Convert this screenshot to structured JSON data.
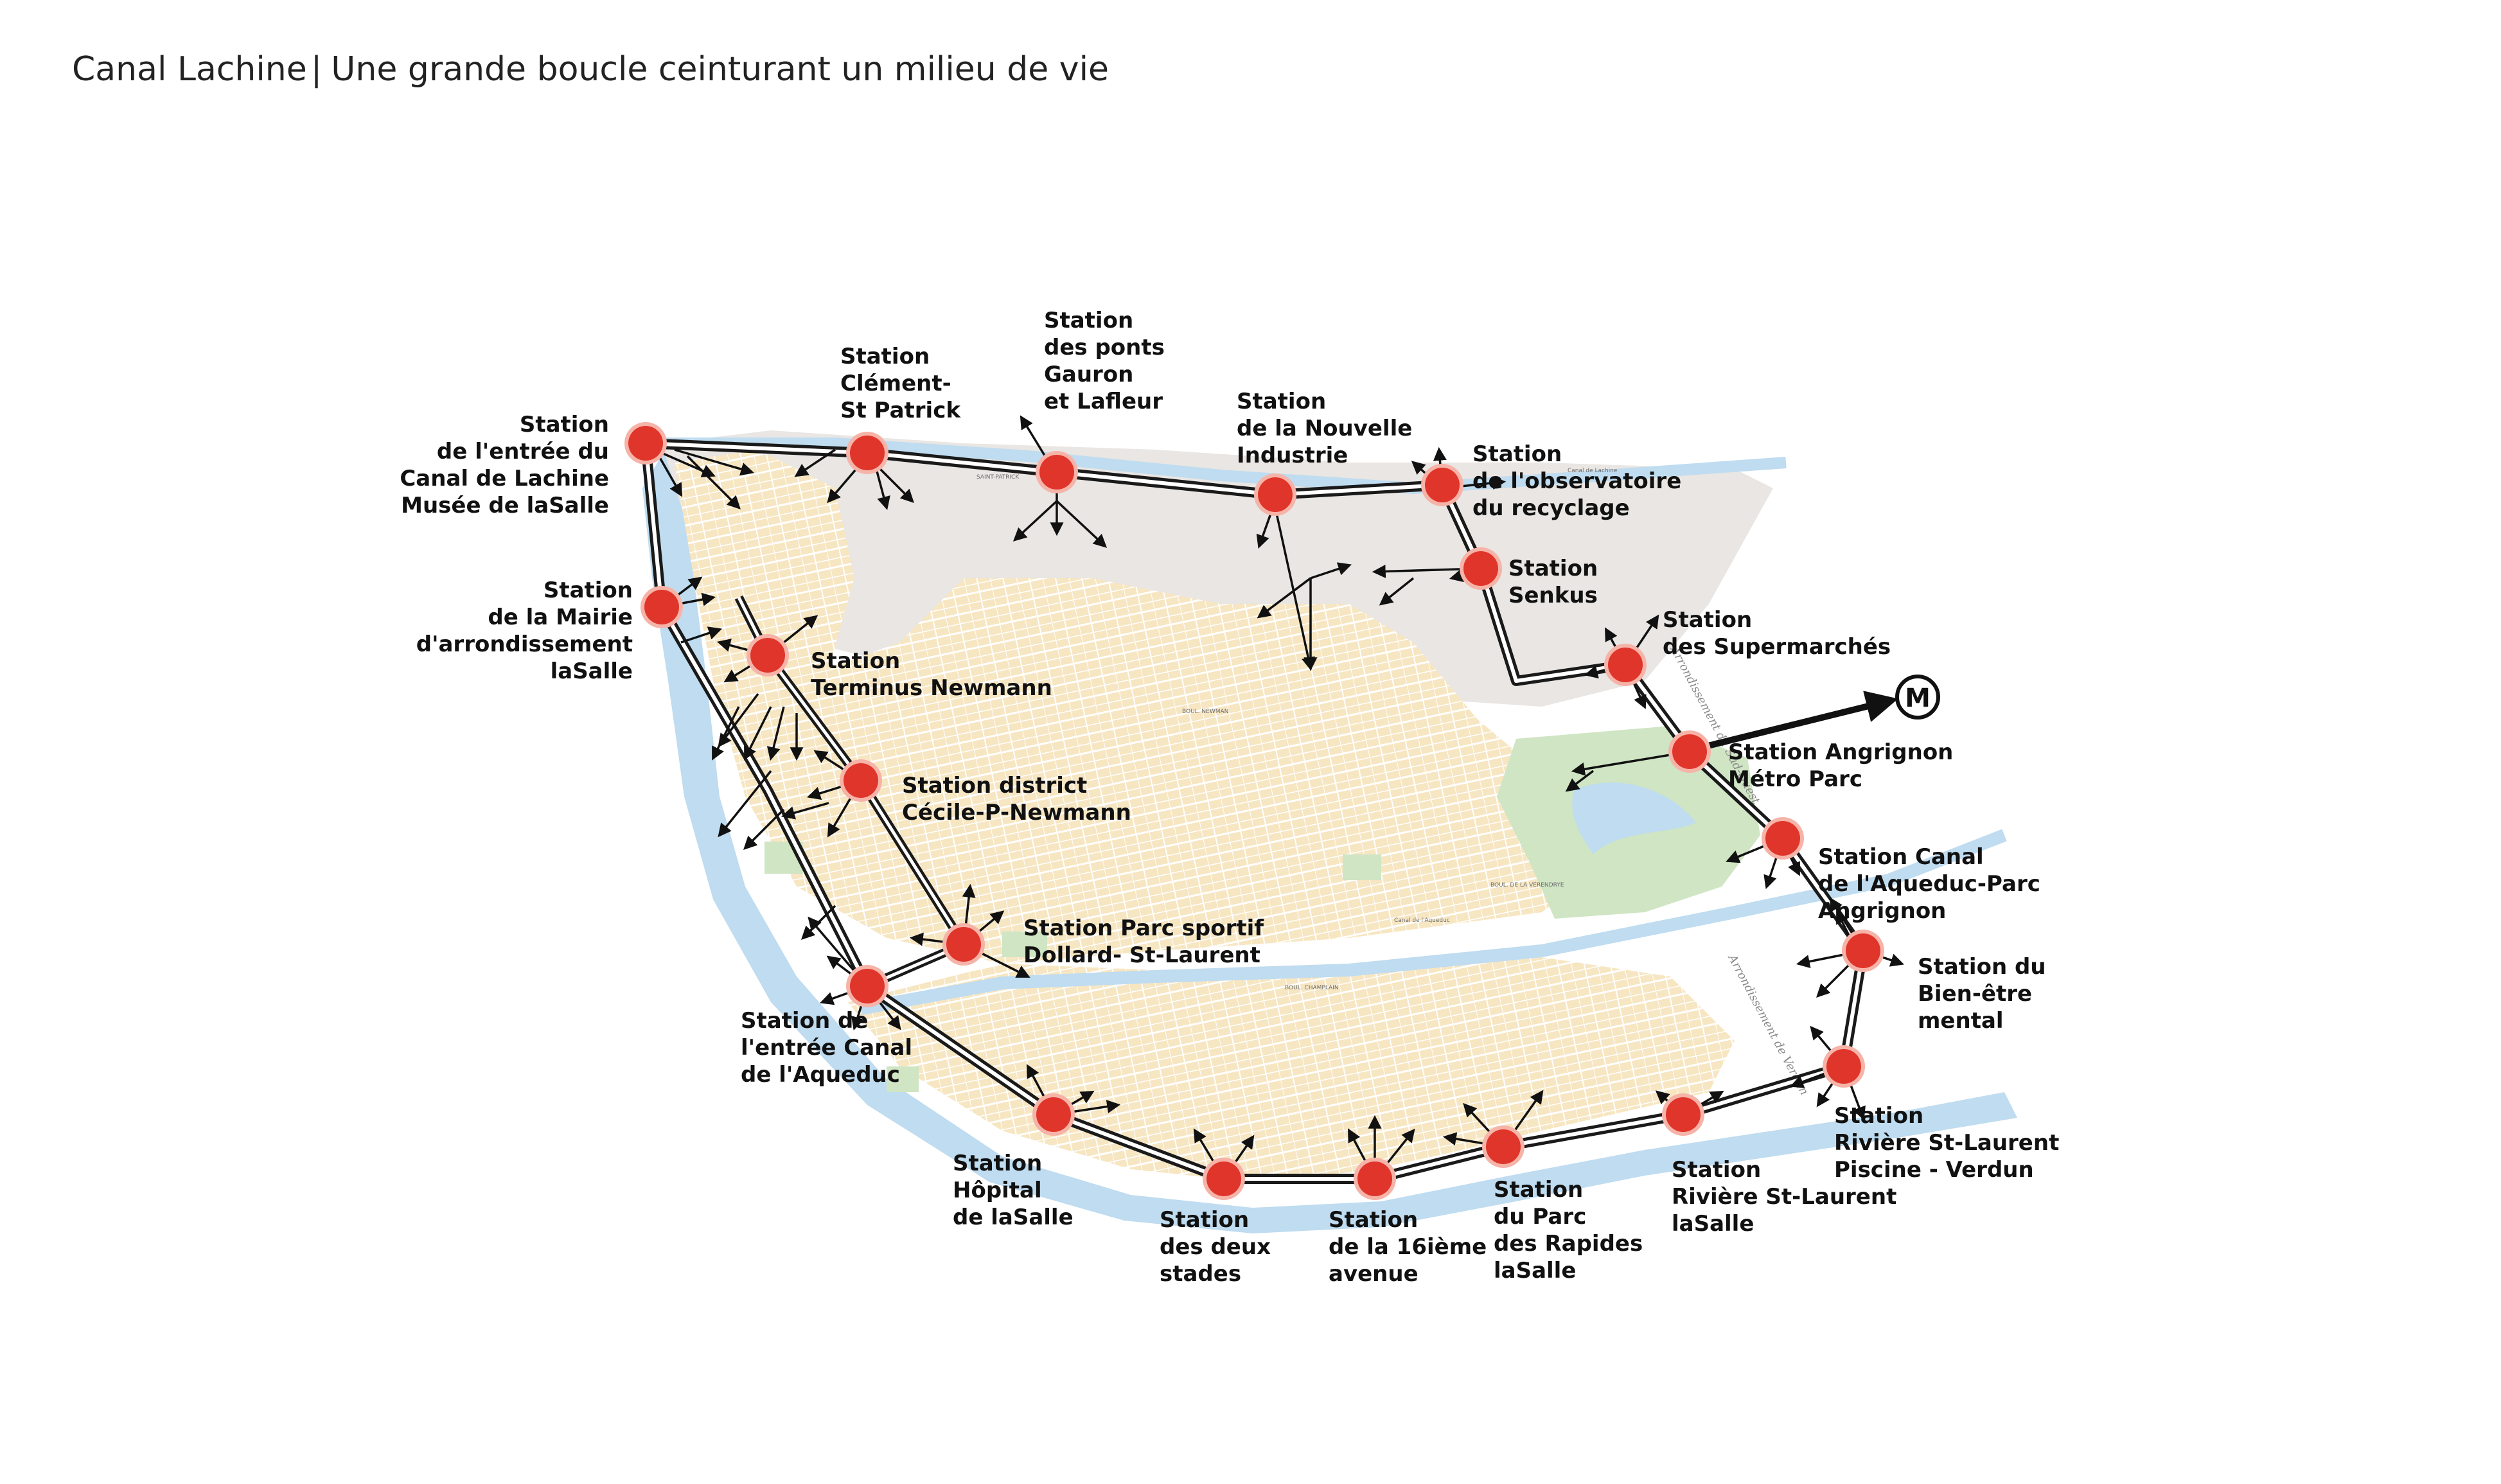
{
  "header": {
    "title_left": "Canal Lachine",
    "title_sep": "|",
    "title_right": "Une grande boucle ceinturant un milieu de vie"
  },
  "colors": {
    "station": "#e0352b",
    "station_ring": "#f6b3a8",
    "route": "#1a1a1a",
    "water": "#bfdcf0",
    "residential": "#f7e6c2",
    "park": "#cfe5c4",
    "industrial": "#e9e6e3"
  },
  "metro": {
    "symbol": "M"
  },
  "map_labels": {
    "canal_lachine": "Canal de Lachine",
    "canal_aqueduc": "Canal de l'Aqueduc",
    "boul_champlain": "BOUL. CHAMPLAIN",
    "boul_newman": "BOUL. NEWMAN",
    "boul_laurendeau": "BOUL. DE LA VÉRENDRYE",
    "saint_patrick": "SAINT-PATRICK",
    "arr_sud_ouest": "Arrondissement du Sud-Ouest",
    "arr_verdun": "Arrondissement de Verdun"
  },
  "stations": [
    {
      "name": "station-entree-canal-lachine",
      "lines": [
        "Station",
        "de l'entrée du",
        "Canal de Lachine",
        "Musée de laSalle"
      ]
    },
    {
      "name": "station-clement-st-patrick",
      "lines": [
        "Station",
        "Clément-",
        "St Patrick"
      ]
    },
    {
      "name": "station-ponts-gauron-lafleur",
      "lines": [
        "Station",
        "des ponts",
        "Gauron",
        "et Lafleur"
      ]
    },
    {
      "name": "station-nouvelle-industrie",
      "lines": [
        "Station",
        "de la Nouvelle",
        "Industrie"
      ]
    },
    {
      "name": "station-observatoire-recyclage",
      "lines": [
        "Station",
        "de l'observatoire",
        "du recyclage"
      ]
    },
    {
      "name": "station-senkus",
      "lines": [
        "Station",
        "Senkus"
      ]
    },
    {
      "name": "station-supermarches",
      "lines": [
        "Station",
        "des Supermarchés"
      ]
    },
    {
      "name": "station-angrignon-metro-parc",
      "lines": [
        "Station Angrignon",
        "Métro Parc"
      ]
    },
    {
      "name": "station-canal-aqueduc-parc-angrignon",
      "lines": [
        "Station Canal",
        "de l'Aqueduc-Parc",
        "Angrignon"
      ]
    },
    {
      "name": "station-bien-etre-mental",
      "lines": [
        "Station du",
        "Bien-être",
        "mental"
      ]
    },
    {
      "name": "station-riviere-st-laurent-piscine-verdun",
      "lines": [
        "Station",
        "Rivière St-Laurent",
        "Piscine - Verdun"
      ]
    },
    {
      "name": "station-riviere-st-laurent-lasalle",
      "lines": [
        "Station",
        "Rivière St-Laurent",
        "laSalle"
      ]
    },
    {
      "name": "station-parc-rapides-lasalle",
      "lines": [
        "Station",
        "du Parc",
        "des Rapides",
        "laSalle"
      ]
    },
    {
      "name": "station-16ieme-avenue",
      "lines": [
        "Station",
        "de la 16ième",
        "avenue"
      ]
    },
    {
      "name": "station-deux-stades",
      "lines": [
        "Station",
        "des deux",
        "stades"
      ]
    },
    {
      "name": "station-hopital-lasalle",
      "lines": [
        "Station",
        "Hôpital",
        "de laSalle"
      ]
    },
    {
      "name": "station-entree-canal-aqueduc",
      "lines": [
        "Station de",
        "l'entrée Canal",
        "de l'Aqueduc"
      ]
    },
    {
      "name": "station-parc-sportif-dollard",
      "lines": [
        "Station Parc sportif",
        "Dollard- St-Laurent"
      ]
    },
    {
      "name": "station-district-cecile-newmann",
      "lines": [
        "Station district",
        "Cécile-P-Newmann"
      ]
    },
    {
      "name": "station-terminus-newmann",
      "lines": [
        "Station",
        "Terminus Newmann"
      ]
    },
    {
      "name": "station-mairie-lasalle",
      "lines": [
        "Station",
        "de la Mairie",
        "d'arrondissement",
        "laSalle"
      ]
    }
  ]
}
